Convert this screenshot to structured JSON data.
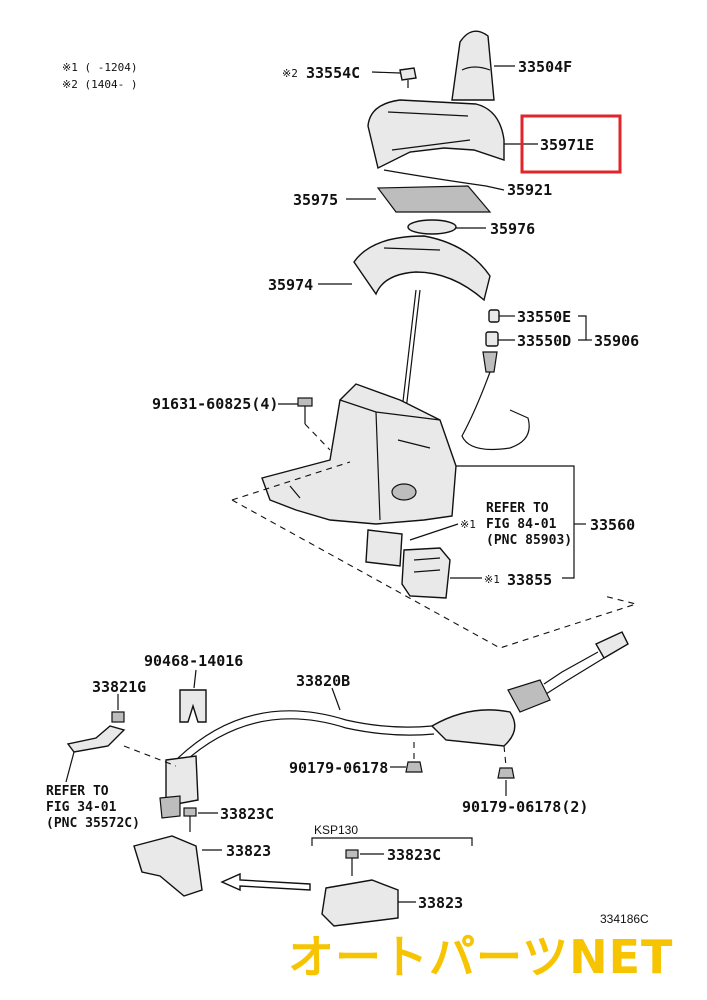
{
  "notes": {
    "note1": "※1 (     -1204)",
    "note2": "※2 (1404-     )"
  },
  "labels": {
    "p33554c": "33554C",
    "p33554c_mark": "※2",
    "p33504f": "33504F",
    "p35971e": "35971E",
    "p35975": "35975",
    "p35921": "35921",
    "p35976": "35976",
    "p35974": "35974",
    "p33550e": "33550E",
    "p33550d": "33550D",
    "p35906": "35906",
    "p91631": "91631-60825(4)",
    "p33560": "33560",
    "p33855": "33855",
    "p33855_mark": "※1",
    "ref_mark": "※1",
    "p90468": "90468-14016",
    "p33821g": "33821G",
    "p33820b": "33820B",
    "p90179a": "90179-06178",
    "p90179b": "90179-06178(2)",
    "p33823c_a": "33823C",
    "p33823_a": "33823",
    "p33823c_b": "33823C",
    "p33823_b": "33823"
  },
  "refer_upper": {
    "line1": "REFER TO",
    "line2": "FIG 84-01",
    "line3": "(PNC 85903)"
  },
  "refer_lower": {
    "line1": "REFER TO",
    "line2": "FIG 34-01",
    "line3": "(PNC 35572C)"
  },
  "variant_label": "KSP130",
  "figure_code": "334186C",
  "watermark": "オートパーツNET",
  "colors": {
    "highlight": "#e0262a",
    "watermark": "#f6c400"
  }
}
